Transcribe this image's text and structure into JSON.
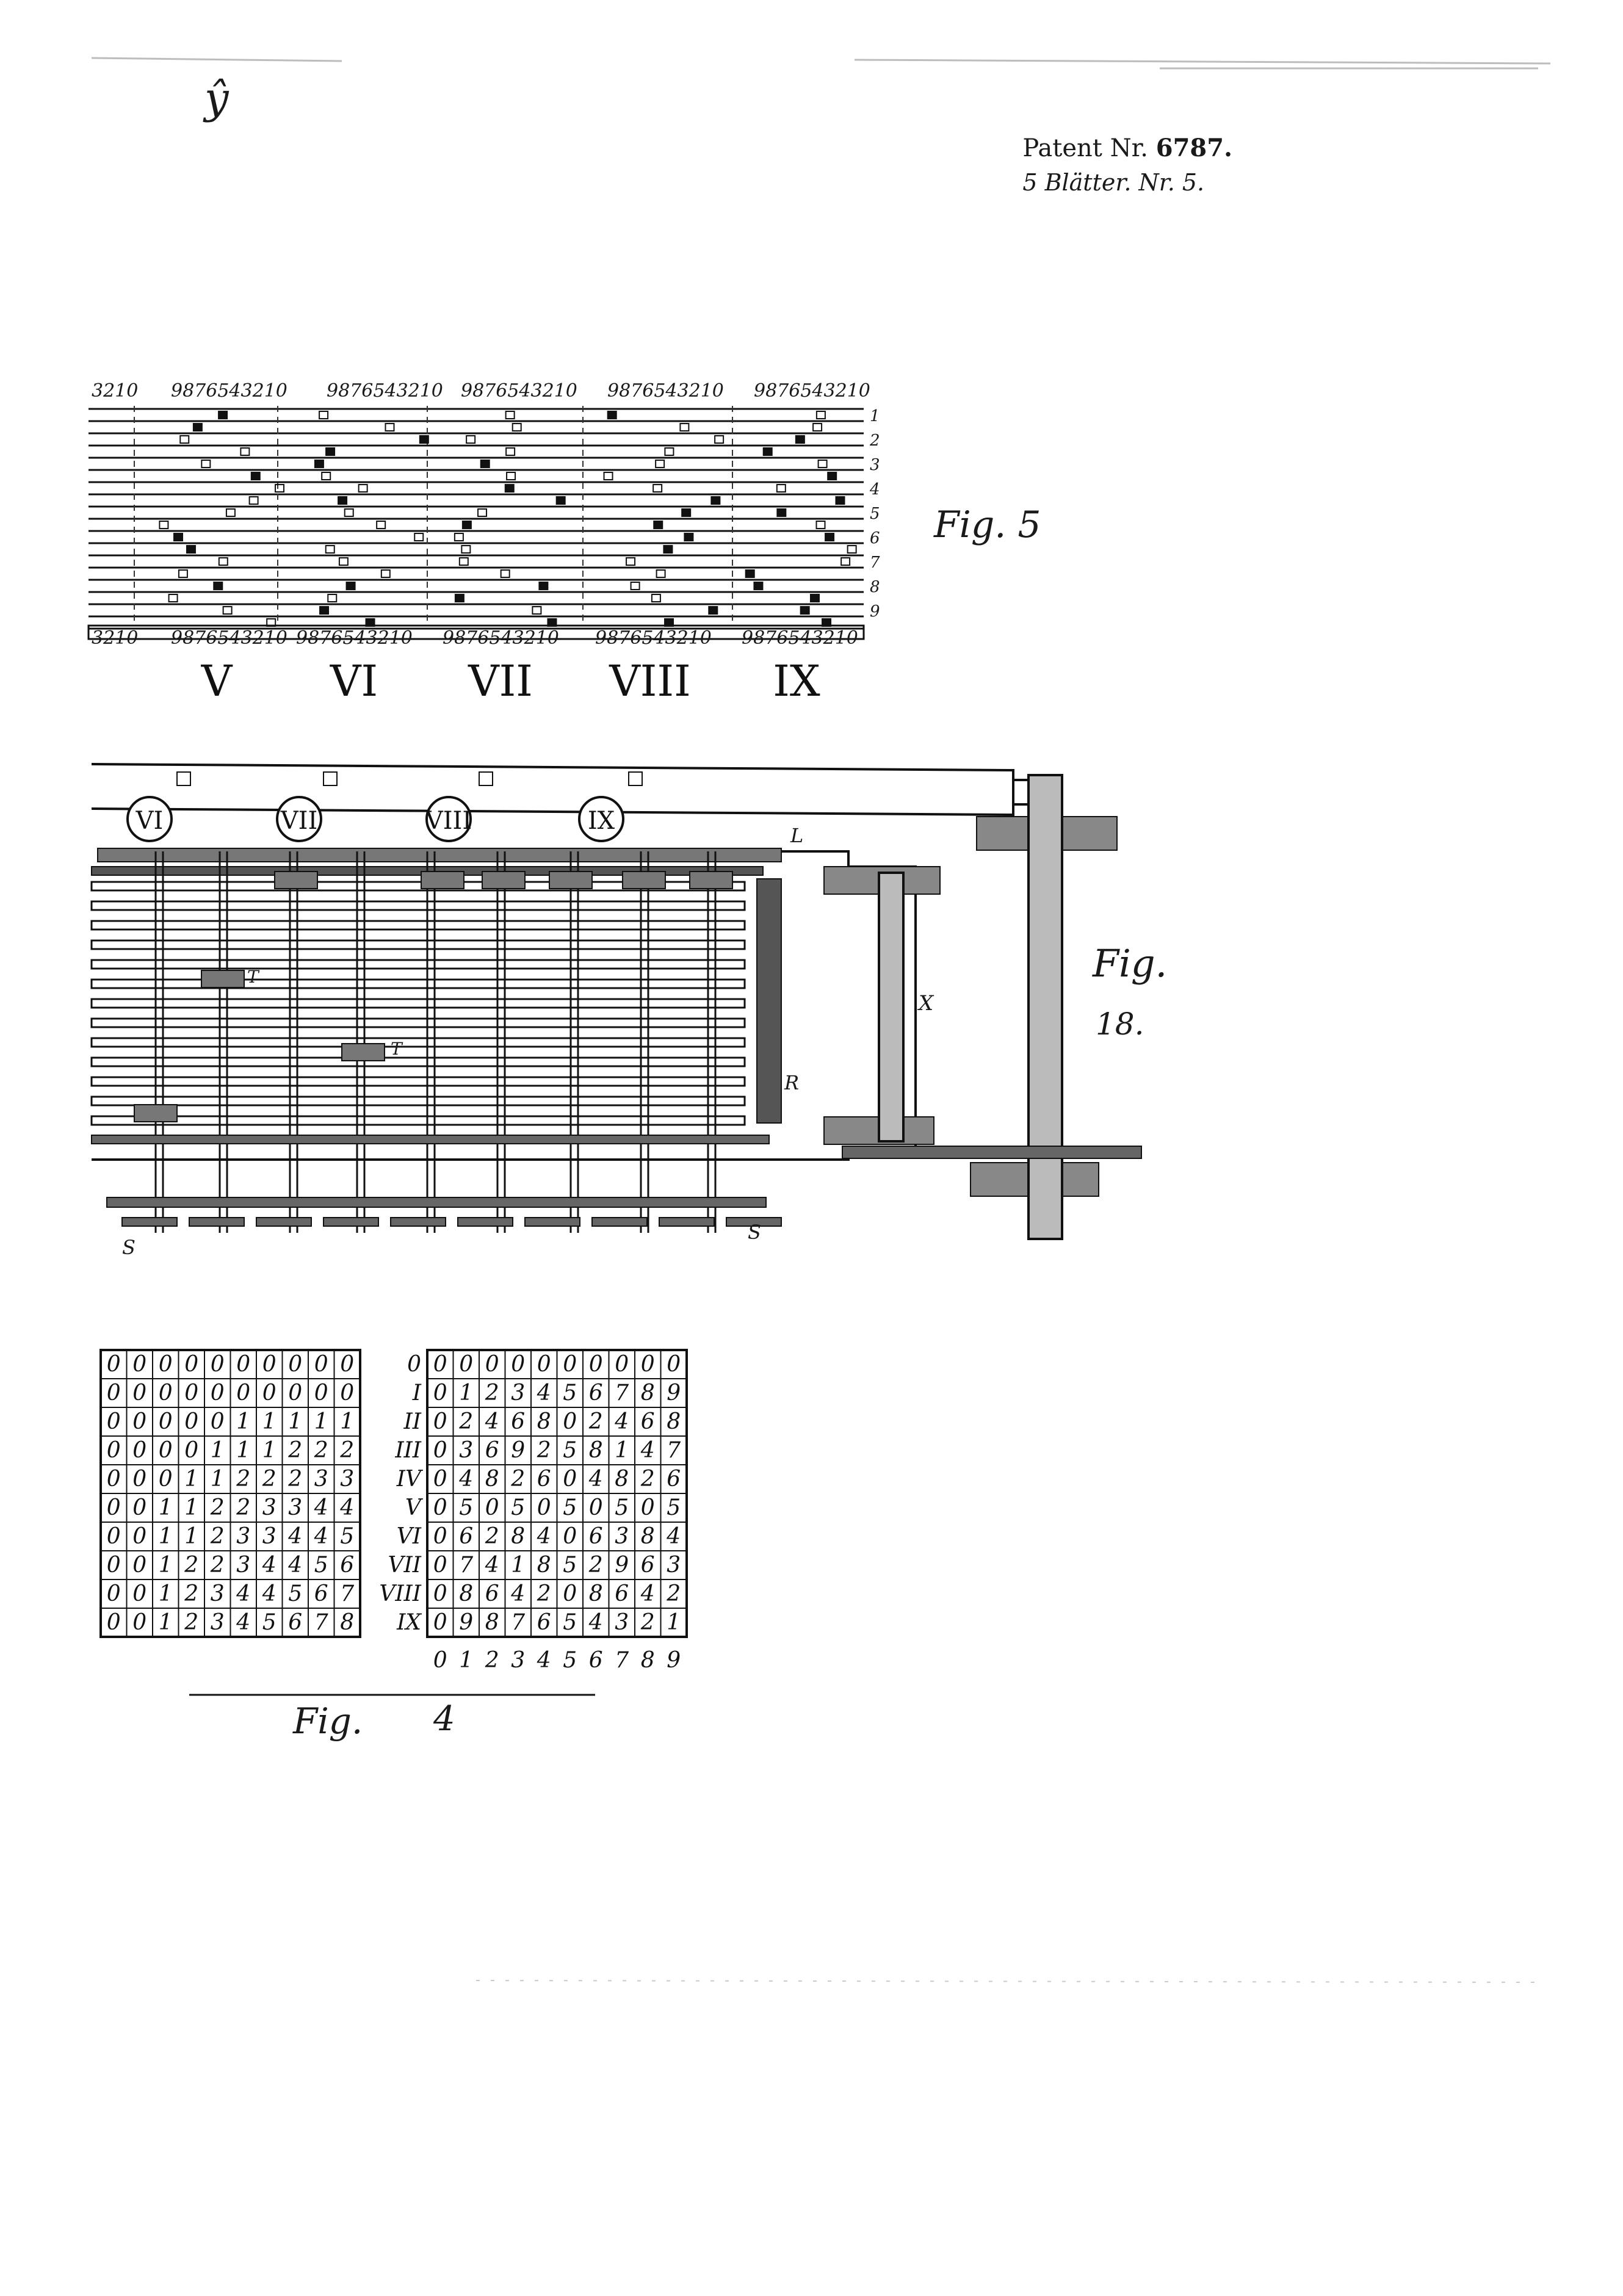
{
  "header": {
    "patent_label": "Patent Nr.",
    "patent_number": "6787.",
    "sheets": "5 Blätter. Nr. 5."
  },
  "fig5": {
    "label": "Fig. 5",
    "top_digits": [
      "3210",
      "9876543210",
      "9876543210",
      "9876543210",
      "9876543210",
      "9876543210"
    ],
    "bottom_digits": [
      "3210",
      "9876543210",
      "9876543210",
      "9876543210",
      "9876543210",
      "9876543210"
    ],
    "row_labels": [
      "1",
      "2",
      "3",
      "4",
      "5",
      "6",
      "7",
      "8",
      "9"
    ],
    "romans": [
      "V",
      "VI",
      "VII",
      "VIII",
      "IX"
    ]
  },
  "fig18": {
    "label": "Fig.",
    "number": "18.",
    "circles": [
      "VI",
      "VII",
      "VIII",
      "IX"
    ],
    "letters": {
      "L": "L",
      "T1": "T",
      "T2": "T",
      "X": "X",
      "R": "R",
      "S1": "S",
      "S2": "S"
    }
  },
  "fig4": {
    "label": "Fig.",
    "number": "4",
    "left_table": [
      [
        "0",
        "0",
        "0",
        "0",
        "0",
        "0",
        "0",
        "0",
        "0",
        "0"
      ],
      [
        "0",
        "0",
        "0",
        "0",
        "0",
        "0",
        "0",
        "0",
        "0",
        "0"
      ],
      [
        "0",
        "0",
        "0",
        "0",
        "0",
        "1",
        "1",
        "1",
        "1",
        "1"
      ],
      [
        "0",
        "0",
        "0",
        "0",
        "1",
        "1",
        "1",
        "2",
        "2",
        "2"
      ],
      [
        "0",
        "0",
        "0",
        "1",
        "1",
        "2",
        "2",
        "2",
        "3",
        "3"
      ],
      [
        "0",
        "0",
        "1",
        "1",
        "2",
        "2",
        "3",
        "3",
        "4",
        "4"
      ],
      [
        "0",
        "0",
        "1",
        "1",
        "2",
        "3",
        "3",
        "4",
        "4",
        "5"
      ],
      [
        "0",
        "0",
        "1",
        "2",
        "2",
        "3",
        "4",
        "4",
        "5",
        "6"
      ],
      [
        "0",
        "0",
        "1",
        "2",
        "3",
        "4",
        "4",
        "5",
        "6",
        "7"
      ],
      [
        "0",
        "0",
        "1",
        "2",
        "3",
        "4",
        "5",
        "6",
        "7",
        "8"
      ]
    ],
    "right_row_labels": [
      "0",
      "I",
      "II",
      "III",
      "IV",
      "V",
      "VI",
      "VII",
      "VIII",
      "IX"
    ],
    "right_table": [
      [
        "0",
        "0",
        "0",
        "0",
        "0",
        "0",
        "0",
        "0",
        "0",
        "0"
      ],
      [
        "0",
        "1",
        "2",
        "3",
        "4",
        "5",
        "6",
        "7",
        "8",
        "9"
      ],
      [
        "0",
        "2",
        "4",
        "6",
        "8",
        "0",
        "2",
        "4",
        "6",
        "8"
      ],
      [
        "0",
        "3",
        "6",
        "9",
        "2",
        "5",
        "8",
        "1",
        "4",
        "7"
      ],
      [
        "0",
        "4",
        "8",
        "2",
        "6",
        "0",
        "4",
        "8",
        "2",
        "6"
      ],
      [
        "0",
        "5",
        "0",
        "5",
        "0",
        "5",
        "0",
        "5",
        "0",
        "5"
      ],
      [
        "0",
        "6",
        "2",
        "8",
        "4",
        "0",
        "6",
        "3",
        "8",
        "4"
      ],
      [
        "0",
        "7",
        "4",
        "1",
        "8",
        "5",
        "2",
        "9",
        "6",
        "3"
      ],
      [
        "0",
        "8",
        "6",
        "4",
        "2",
        "0",
        "8",
        "6",
        "4",
        "2"
      ],
      [
        "0",
        "9",
        "8",
        "7",
        "6",
        "5",
        "4",
        "3",
        "2",
        "1"
      ]
    ],
    "column_labels": [
      "0",
      "1",
      "2",
      "3",
      "4",
      "5",
      "6",
      "7",
      "8",
      "9"
    ]
  }
}
